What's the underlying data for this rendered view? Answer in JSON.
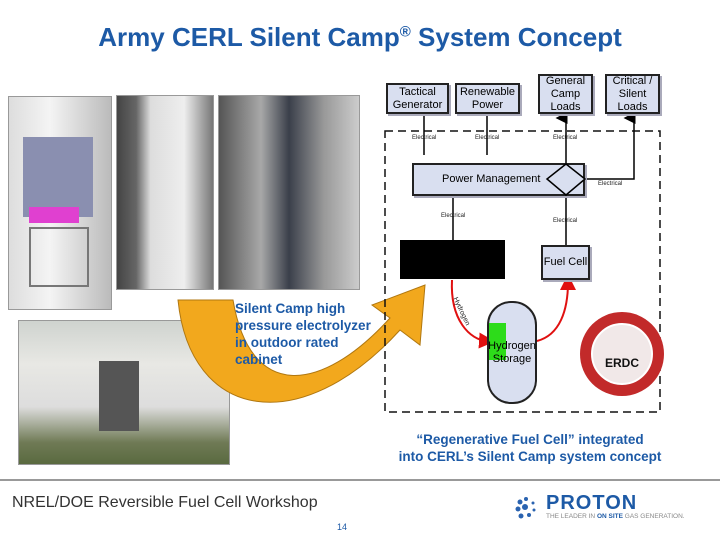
{
  "slide": {
    "title": "Army CERL Silent Camp",
    "title_mark": "®",
    "title_suffix": " System Concept",
    "photo_caption": "Silent Camp high pressure electrolyzer in outdoor rated cabinet",
    "diagram_caption_line1": "“Regenerative Fuel Cell” integrated",
    "diagram_caption_line2": "into CERL’s Silent Camp system concept"
  },
  "diagram": {
    "tactical_generator": "Tactical Generator",
    "renewable_power": "Renewable Power",
    "general_camp_loads": "General Camp Loads",
    "critical_silent_loads": "Critical / Silent Loads",
    "power_management": "Power Management",
    "fuel_cell": "Fuel Cell",
    "hydrogen_storage": "Hydrogen Storage",
    "edge_electrical": "Electrical",
    "edge_hydrogen": "Hydrogen",
    "logo_text": "ERDC"
  },
  "footer": {
    "workshop": "NREL/DOE Reversible Fuel Cell Workshop",
    "page_number": "14",
    "brand": "PROTON",
    "tagline_a": "THE LEADER IN ",
    "tagline_b": "ON SITE",
    "tagline_c": " GAS GENERATION."
  },
  "colors": {
    "title": "#1d5aa6",
    "arrow": "#f2a81d",
    "hydrogen_flow": "#e01010",
    "box_fill": "#d9dff0"
  }
}
